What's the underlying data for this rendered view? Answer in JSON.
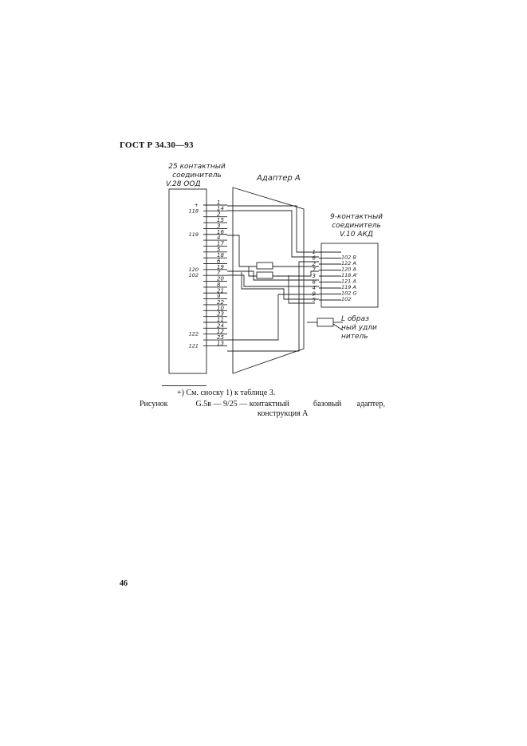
{
  "header": {
    "standard": "ГОСТ Р 34.30—93"
  },
  "diagram": {
    "left_connector_label": [
      "25 контактный",
      "соединитель",
      "V.28 ООД"
    ],
    "adapter_label": "Адаптер А",
    "right_connector_label": [
      "9-контактный",
      "соединитель",
      "V.10 АКД"
    ],
    "l_label": [
      "L образ",
      "ный удли",
      "нитель"
    ],
    "left_pins": [
      "1",
      "14",
      "2",
      "15",
      "3",
      "16",
      "4",
      "17",
      "5",
      "18",
      "6",
      "19",
      "7",
      "20",
      "8",
      "21",
      "9",
      "22",
      "10",
      "23",
      "11",
      "24",
      "12",
      "25",
      "13"
    ],
    "left_signals": [
      {
        "pin": "1",
        "signal": "+"
      },
      {
        "pin": "14",
        "signal": "118"
      },
      {
        "pin": "16",
        "signal": "119"
      },
      {
        "pin": "19",
        "signal": "120"
      },
      {
        "pin": "7",
        "signal": "102"
      },
      {
        "pin": "12",
        "signal": "122"
      },
      {
        "pin": "13",
        "signal": "121"
      }
    ],
    "right_pins": [
      {
        "pin": "1",
        "signal": ""
      },
      {
        "pin": "6",
        "signal": "102 B"
      },
      {
        "pin": "2",
        "signal": "122 A"
      },
      {
        "pin": "7",
        "signal": "120 A"
      },
      {
        "pin": "3",
        "signal": "118 A'"
      },
      {
        "pin": "8",
        "signal": "121 A"
      },
      {
        "pin": "4",
        "signal": "119 A"
      },
      {
        "pin": "9",
        "signal": "102 G"
      },
      {
        "pin": "5",
        "signal": "102"
      }
    ]
  },
  "footnote": "+) См. сноску 1) к таблице 3.",
  "caption": {
    "prefix": "Рисунок",
    "number": "G.5в — 9/25 — контактный",
    "middle": "базовый",
    "end": "адаптер,",
    "line2": "конструкция А"
  },
  "page_number": "46"
}
